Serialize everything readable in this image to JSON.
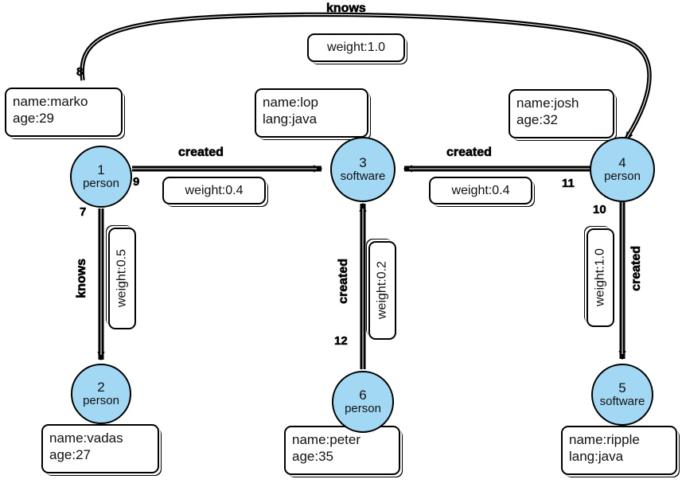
{
  "diagram": {
    "title": "tinkerpop-modern-graph",
    "colors": {
      "vertex_fill": "#A3D8F4",
      "stroke": "#000000",
      "background": "#ffffff",
      "box_fill": "#ffffff"
    }
  },
  "vertices": [
    {
      "id": "1",
      "label": "person",
      "properties": [
        "name:marko",
        "age:29"
      ]
    },
    {
      "id": "2",
      "label": "person",
      "properties": [
        "name:vadas",
        "age:27"
      ]
    },
    {
      "id": "3",
      "label": "software",
      "properties": [
        "name:lop",
        "lang:java"
      ]
    },
    {
      "id": "4",
      "label": "person",
      "properties": [
        "name:josh",
        "age:32"
      ]
    },
    {
      "id": "5",
      "label": "software",
      "properties": [
        "name:ripple",
        "lang:java"
      ]
    },
    {
      "id": "6",
      "label": "person",
      "properties": [
        "name:peter",
        "age:35"
      ]
    }
  ],
  "edges": [
    {
      "id": "7",
      "label": "knows",
      "weight": "weight:0.5",
      "from": "1",
      "to": "2"
    },
    {
      "id": "8",
      "label": "knows",
      "weight": "weight:1.0",
      "from": "1",
      "to": "4"
    },
    {
      "id": "9",
      "label": "created",
      "weight": "weight:0.4",
      "from": "1",
      "to": "3"
    },
    {
      "id": "10",
      "label": "created",
      "weight": "weight:1.0",
      "from": "4",
      "to": "5"
    },
    {
      "id": "11",
      "label": "created",
      "weight": "weight:0.4",
      "from": "4",
      "to": "3"
    },
    {
      "id": "12",
      "label": "created",
      "weight": "weight:0.2",
      "from": "6",
      "to": "3"
    }
  ]
}
